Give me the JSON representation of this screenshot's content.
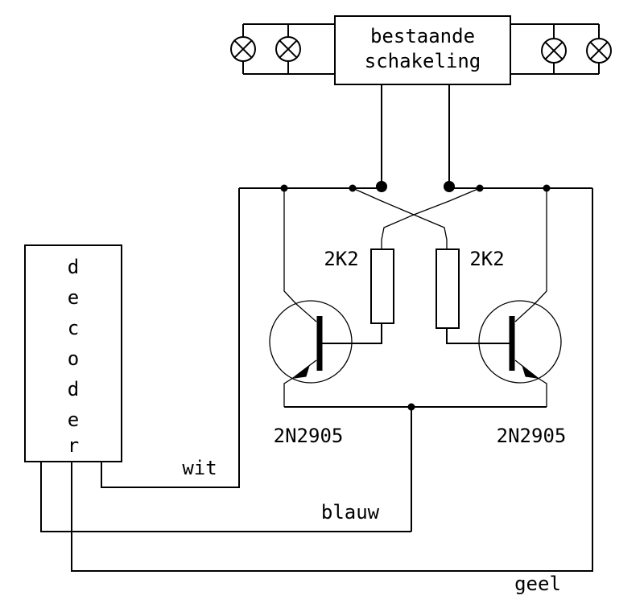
{
  "circuit_block": {
    "label_line1": "bestaande",
    "label_line2": "schakeling"
  },
  "decoder": {
    "letters": [
      "d",
      "e",
      "c",
      "o",
      "d",
      "e",
      "r"
    ]
  },
  "resistors": {
    "left": "2K2",
    "right": "2K2"
  },
  "transistors": {
    "left": "2N2905",
    "right": "2N2905"
  },
  "wires": {
    "white": "wit",
    "blue": "blauw",
    "yellow": "geel"
  }
}
